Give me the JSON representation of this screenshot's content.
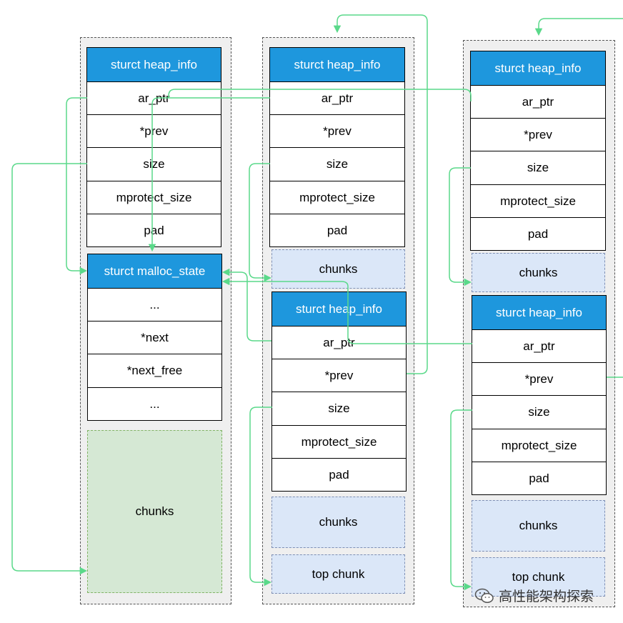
{
  "heap_info": {
    "header": "sturct heap_info",
    "fields": [
      "ar_ptr",
      "*prev",
      "size",
      "mprotect_size",
      "pad"
    ]
  },
  "malloc_state": {
    "header": "sturct malloc_state",
    "fields": [
      "...",
      "*next",
      "*next_free",
      "..."
    ]
  },
  "chunks_label": "chunks",
  "top_chunk_label": "top chunk",
  "watermark": "高性能架构探索",
  "colors": {
    "header": "#1e97dd",
    "arrow": "#5ad98a",
    "chunk_fill": "#dbe7f8",
    "main_chunk_fill": "#d5e8d4"
  }
}
